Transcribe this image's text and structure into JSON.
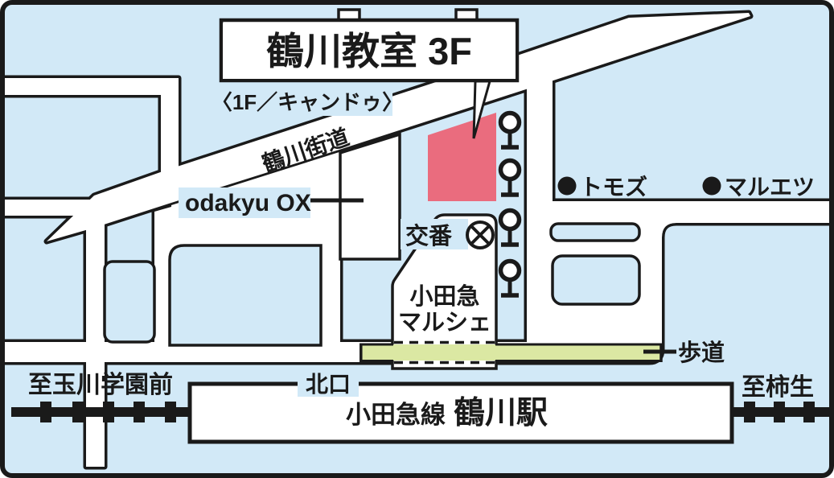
{
  "colors": {
    "background_blue": "#d2e9f7",
    "road_white": "#ffffff",
    "line_black": "#1a1a1a",
    "classroom_red": "#ea6c7e",
    "sidewalk_green": "#dbe8a3",
    "title_blue": "#0e6bb4"
  },
  "labels": {
    "title": "鶴川教室 3F",
    "floor_note": "〈1F／キャンドゥ〉",
    "road": "鶴川街道",
    "odakyu_ox": "odakyu OX",
    "koban": "交番",
    "marche_line1": "小田急",
    "marche_line2": "マルシェ",
    "tomods": "トモズ",
    "maruetsu": "マルエツ",
    "sidewalk": "歩道",
    "north_exit": "北口",
    "to_tamagawagakuenmae": "至玉川学園前",
    "to_kakio": "至柿生",
    "station_line": "小田急線",
    "station_name": "鶴川駅"
  }
}
